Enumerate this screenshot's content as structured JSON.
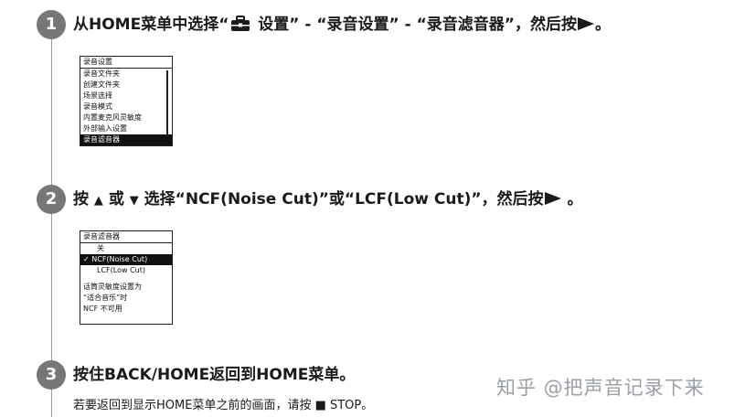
{
  "steps": [
    {
      "number": "1",
      "text_prefix": "从HOME菜单中选择“",
      "icon": "toolbox-icon",
      "text_suffix": " 设置” - “录音设置” - “录音滤音器”，然后按",
      "text_end": "。"
    },
    {
      "number": "2",
      "text_a": "按 ",
      "up": "▲",
      "text_b": " 或 ",
      "down": "▼",
      "text_c": " 选择“NCF(Noise Cut)”或“LCF(Low Cut)”，然后按",
      "text_end": " 。"
    },
    {
      "number": "3",
      "text": "按住BACK/HOME返回到HOME菜单。",
      "sub": "若要返回到显示HOME菜单之前的画面，请按 ■ STOP。"
    }
  ],
  "screen1": {
    "title": "录音设置",
    "items": [
      "录音文件夹",
      "创建文件夹",
      "场景选择",
      "录音模式",
      "内置麦克风灵敏度",
      "外部输入设置",
      "录音滤音器"
    ],
    "selected_index": 6
  },
  "screen2": {
    "title": "录音滤音器",
    "items": [
      "关",
      "✓ NCF(Noise Cut)",
      "LCF(Low Cut)"
    ],
    "selected_index": 1,
    "notes": [
      "话筒灵敏度设置为",
      "“适合音乐”时",
      "NCF 不可用"
    ]
  },
  "watermark": "知乎 @把声音记录下来"
}
